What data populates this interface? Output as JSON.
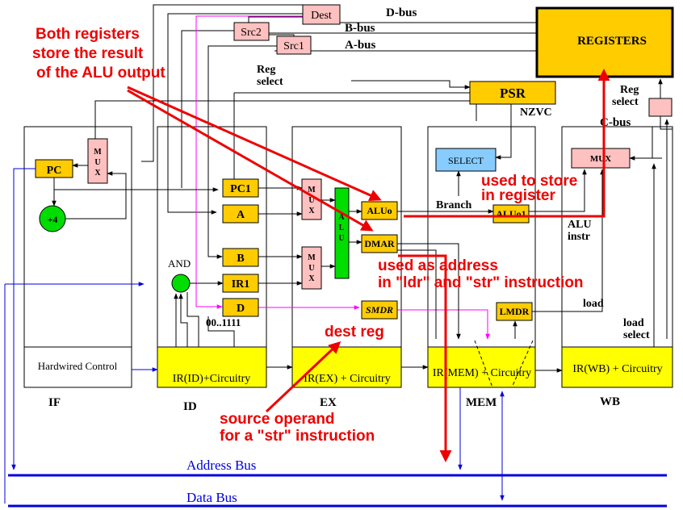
{
  "colors": {
    "register_fill": "#ffcc00",
    "mux_fill": "#ffc0c0",
    "alu_fill": "#00dd00",
    "select_fill": "#88ccff",
    "annotation": "#ee0000",
    "bus": "#0000dd",
    "magenta_path": "#ff00ff"
  },
  "stages": {
    "if": "IF",
    "id": "ID",
    "ex": "EX",
    "mem": "MEM",
    "wb": "WB"
  },
  "blocks": {
    "registers": "REGISTERS",
    "psr": "PSR",
    "nzvc": "NZVC",
    "select": "SELECT",
    "dest": "Dest",
    "src2": "Src2",
    "src1": "Src1",
    "pc": "PC",
    "plus4": "+4",
    "pc1": "PC1",
    "a": "A",
    "b": "B",
    "ir1": "IR1",
    "d": "D",
    "aluo": "ALUo",
    "dmar": "DMAR",
    "smdr": "SMDR",
    "aluo1": "ALUo1",
    "lmdr": "LMDR",
    "mux": "MUX",
    "alu": "ALU",
    "and_gate": "AND",
    "hardwired": "Hardwired Control",
    "ir_id": "IR(ID)+Circuitry",
    "ir_ex": "IR(EX) + Circuitry",
    "ir_mem": "IR(MEM) + Circuitry",
    "ir_wb": "IR(WB) + Circuitry"
  },
  "labels": {
    "d_bus": "D-bus",
    "b_bus": "B-bus",
    "a_bus": "A-bus",
    "c_bus": "C-bus",
    "reg_select": [
      "Reg",
      "select"
    ],
    "reg_select_wb": [
      "Reg",
      "select"
    ],
    "branch": "Branch",
    "alu_instr": [
      "ALU",
      "instr"
    ],
    "load": "load",
    "load_select": [
      "load",
      "select"
    ],
    "constant": "00..1111"
  },
  "annotations": {
    "both_registers": [
      "Both registers",
      "store the result",
      "of the ALU output"
    ],
    "store_in_register": [
      "used to store",
      "in register"
    ],
    "used_as_address": [
      "used as address",
      "in \"ldr\" and \"str\" instruction"
    ],
    "dest_reg": "dest reg",
    "source_operand": [
      "source operand",
      "for a \"str\" instruction"
    ]
  },
  "buses": {
    "address": "Address Bus",
    "data": "Data Bus"
  }
}
